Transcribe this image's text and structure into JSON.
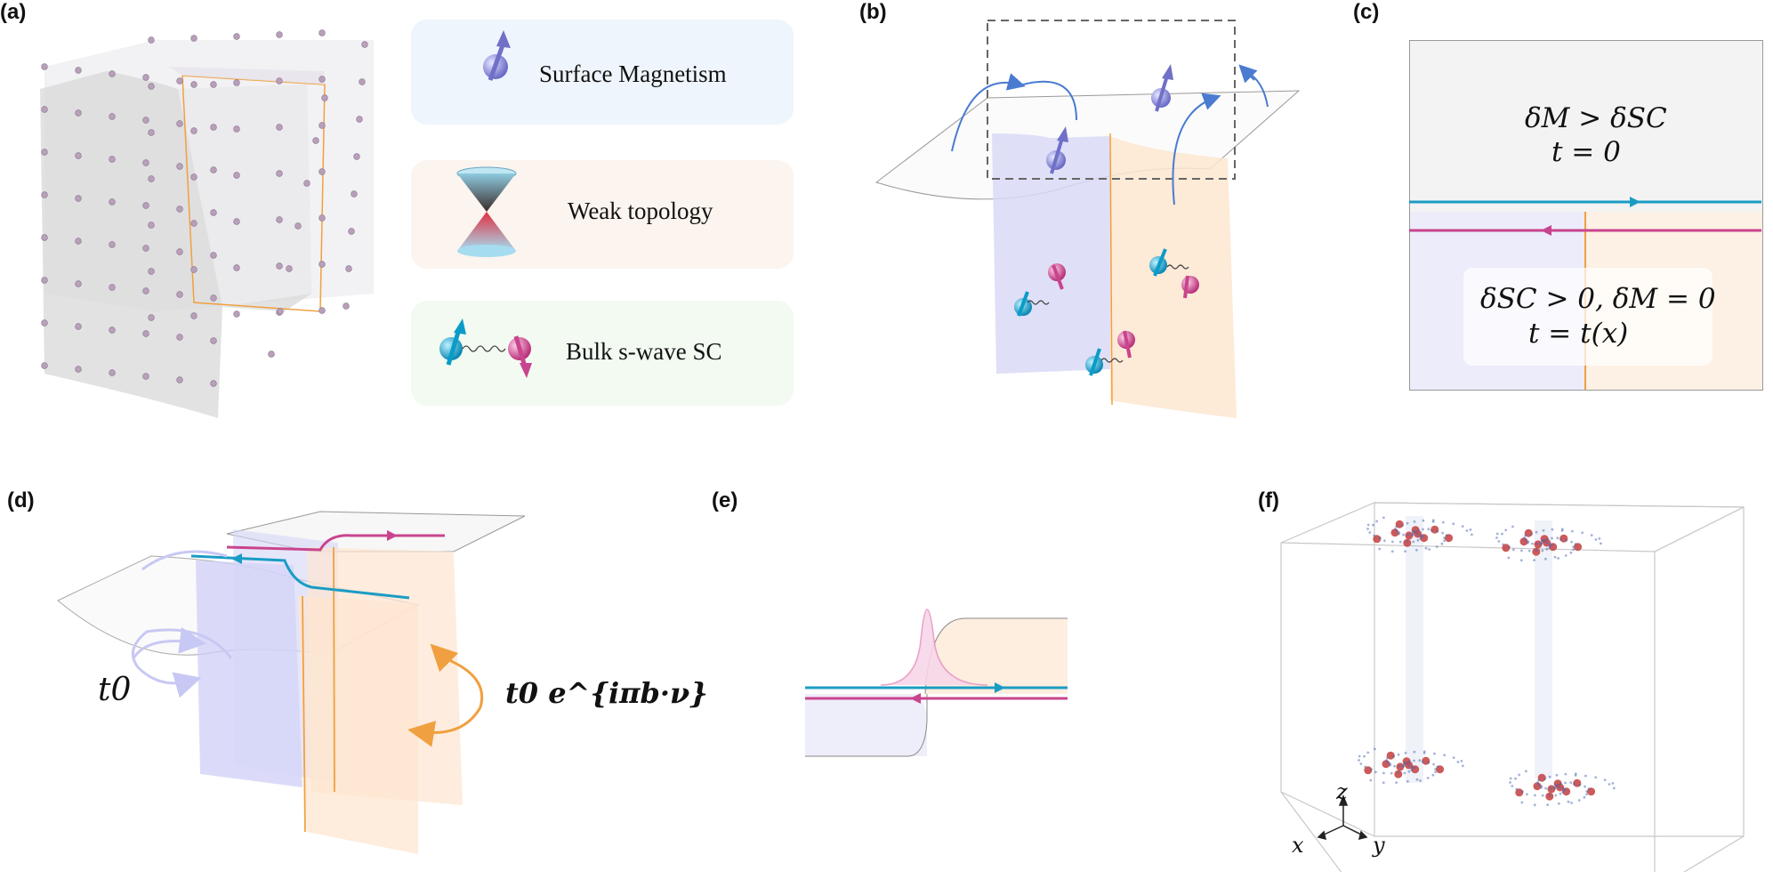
{
  "panels": {
    "a": "(a)",
    "b": "(b)",
    "c": "(c)",
    "d": "(d)",
    "e": "(e)",
    "f": "(f)"
  },
  "legend": {
    "surface_magnetism": "Surface Magnetism",
    "weak_topology": "Weak topology",
    "bulk_sc": "Bulk s-wave SC"
  },
  "panel_c": {
    "top_line1": "δM > δSC",
    "top_line2": "t = 0",
    "bottom_line1": "δSC > 0, δM = 0",
    "bottom_line2": "t = t(x)"
  },
  "panel_d": {
    "left_label": "t0",
    "right_label": "t0 e^{iπb·ν}"
  },
  "panel_f": {
    "axis_x": "x",
    "axis_y": "y",
    "axis_z": "z"
  },
  "colors": {
    "cyan_edge": "#1a9cc4",
    "magenta_edge": "#c9448e",
    "orange_line": "#f0a040",
    "lavender": "#c8c8f4",
    "peach": "#fbe3cc",
    "blue_arrow": "#4a7bd0"
  }
}
